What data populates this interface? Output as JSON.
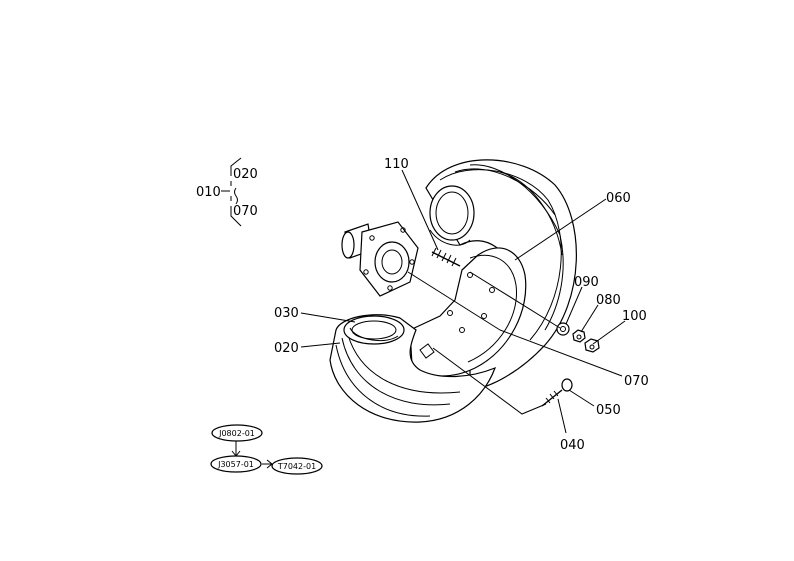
{
  "assembly": {
    "parent_label": "010",
    "child_labels": [
      "020",
      "070"
    ]
  },
  "callouts": {
    "p110": "110",
    "p060": "060",
    "p090": "090",
    "p080": "080",
    "p100": "100",
    "p030": "030",
    "p020": "020",
    "p070": "070",
    "p050": "050",
    "p040": "040"
  },
  "references": {
    "r1": "J0802-01",
    "r2": "J3057-01",
    "r3": "T7042-01"
  }
}
